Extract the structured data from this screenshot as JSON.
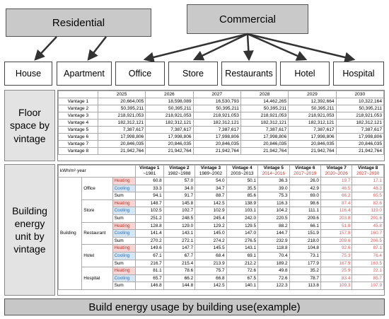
{
  "top": {
    "residential": "Residential",
    "commercial": "Commercial"
  },
  "types": [
    "House",
    "Apartment",
    "Office",
    "Store",
    "Restaurants",
    "Hotel",
    "Hospital"
  ],
  "sections": {
    "floor_space": "Floor space by vintage",
    "energy_unit": "Building energy unit by vintage"
  },
  "floor_space": {
    "years": [
      "2025",
      "2026",
      "2027",
      "2028",
      "2029",
      "2030"
    ],
    "rows": [
      {
        "label": "Vantage 1",
        "values": [
          "20,664,005",
          "18,598,089",
          "16,530,793",
          "14,462,265",
          "12,392,664",
          "10,322,164"
        ]
      },
      {
        "label": "Vantage 2",
        "values": [
          "50,395,211",
          "50,395,211",
          "50,395,211",
          "50,395,211",
          "50,395,211",
          "50,395,211"
        ]
      },
      {
        "label": "Vantage 3",
        "values": [
          "218,921,053",
          "218,921,053",
          "218,921,053",
          "218,921,053",
          "218,921,053",
          "218,921,053"
        ]
      },
      {
        "label": "Vantage 4",
        "values": [
          "182,312,121",
          "182,312,121",
          "182,312,121",
          "182,312,121",
          "182,312,121",
          "182,312,121"
        ]
      },
      {
        "label": "Vantage 5",
        "values": [
          "7,387,617",
          "7,387,617",
          "7,387,617",
          "7,387,617",
          "7,387,617",
          "7,387,617"
        ]
      },
      {
        "label": "Vantage 6",
        "values": [
          "17,998,806",
          "17,998,806",
          "17,998,806",
          "17,998,806",
          "17,998,806",
          "17,998,806"
        ]
      },
      {
        "label": "Vantage 7",
        "values": [
          "20,846,035",
          "20,846,035",
          "20,846,035",
          "20,846,035",
          "20,846,035",
          "20,846,035"
        ]
      },
      {
        "label": "Vantage 8",
        "values": [
          "21,942,764",
          "21,942,764",
          "21,942,764",
          "21,942,764",
          "21,942,764",
          "21,942,764"
        ]
      }
    ]
  },
  "energy": {
    "unit_label": "kWh/m²·year",
    "vintages": [
      {
        "name": "Vintage 1",
        "range": "~1981"
      },
      {
        "name": "Vintage 2",
        "range": "1982~1988"
      },
      {
        "name": "Vintage 3",
        "range": "1989~2002"
      },
      {
        "name": "Vintage 4",
        "range": "2003~2013"
      },
      {
        "name": "Vintage 5",
        "range": "2014~2016"
      },
      {
        "name": "Vintage 6",
        "range": "2017~2019"
      },
      {
        "name": "Vintage 7",
        "range": "2020~2026"
      },
      {
        "name": "Vintage 8",
        "range": "2027~2030"
      }
    ],
    "building_label": "Building",
    "row_labels": {
      "heating": "Heating",
      "cooling": "Cooling",
      "sum": "Sum"
    },
    "groups": [
      {
        "name": "Office",
        "heating": [
          "60.8",
          "57.0",
          "54.0",
          "50.1",
          "36.3",
          "26.0",
          "19.7",
          "17.1"
        ],
        "cooling": [
          "33.3",
          "34.0",
          "34.7",
          "35.5",
          "39.0",
          "42.9",
          "46.5",
          "48.3"
        ],
        "sum": [
          "94.1",
          "91.7",
          "88.7",
          "85.6",
          "75.3",
          "69.0",
          "66.2",
          "65.5"
        ]
      },
      {
        "name": "Store",
        "heating": [
          "148.7",
          "145.8",
          "142.5",
          "138.9",
          "116.3",
          "98.6",
          "87.4",
          "82.6"
        ],
        "cooling": [
          "102.5",
          "102.7",
          "102.9",
          "103.1",
          "104.2",
          "111.1",
          "116.4",
          "119.0"
        ],
        "sum": [
          "251.2",
          "248.5",
          "245.4",
          "242.0",
          "220.5",
          "209.6",
          "203.8",
          "201.6"
        ]
      },
      {
        "name": "Restaurant",
        "heating": [
          "128.8",
          "129.0",
          "129.2",
          "129.5",
          "88.2",
          "66.1",
          "51.8",
          "45.8"
        ],
        "cooling": [
          "141.4",
          "143.1",
          "145.0",
          "147.0",
          "144.7",
          "151.9",
          "157.8",
          "160.7"
        ],
        "sum": [
          "270.2",
          "272.1",
          "274.2",
          "276.5",
          "232.9",
          "218.0",
          "209.6",
          "206.5"
        ]
      },
      {
        "name": "Hotel",
        "heating": [
          "149.6",
          "147.7",
          "145.5",
          "143.1",
          "118.8",
          "104.8",
          "92.6",
          "87.1"
        ],
        "cooling": [
          "67.1",
          "67.7",
          "68.4",
          "69.1",
          "70.4",
          "73.1",
          "75.3",
          "76.4"
        ],
        "sum": [
          "216.7",
          "215.4",
          "213.9",
          "212.2",
          "189.2",
          "177.9",
          "167.9",
          "163.5"
        ]
      },
      {
        "name": "Hospital",
        "heating": [
          "81.1",
          "78.6",
          "75.7",
          "72.6",
          "49.8",
          "35.2",
          "25.9",
          "22.1"
        ],
        "cooling": [
          "65.7",
          "66.2",
          "66.8",
          "67.5",
          "72.6",
          "78.7",
          "83.4",
          "85.7"
        ],
        "sum": [
          "146.8",
          "144.8",
          "142.5",
          "140.1",
          "122.3",
          "113.8",
          "109.3",
          "107.9"
        ]
      }
    ]
  },
  "footer": "Build energy usage by building use(example)",
  "colors": {
    "box_gray": "#c9c9c9",
    "heating_bg": "#f8d6d6",
    "cooling_bg": "#d8e6f4",
    "highlight_red": "#e05a5a"
  }
}
